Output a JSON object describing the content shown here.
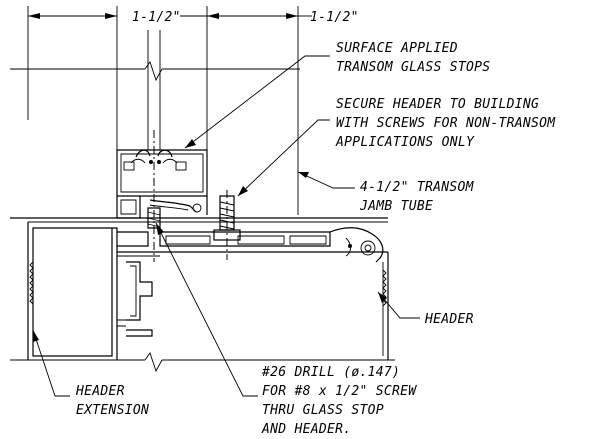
{
  "dimensions": {
    "left": "1-1/2\"",
    "right": "1-1/2\""
  },
  "callouts": {
    "glass_stops": [
      "SURFACE APPLIED",
      "TRANSOM GLASS STOPS"
    ],
    "secure_header": [
      "SECURE HEADER TO BUILDING",
      "WITH SCREWS FOR NON-TRANSOM",
      "APPLICATIONS ONLY"
    ],
    "jamb_tube": [
      "4-1/2\" TRANSOM",
      "JAMB TUBE"
    ],
    "header": [
      "HEADER"
    ],
    "header_extension": [
      "HEADER",
      "EXTENSION"
    ],
    "drill": [
      "#26 DRILL (ø.147)",
      "FOR #8 x 1/2\" SCREW",
      "THRU GLASS STOP",
      "AND HEADER."
    ]
  }
}
